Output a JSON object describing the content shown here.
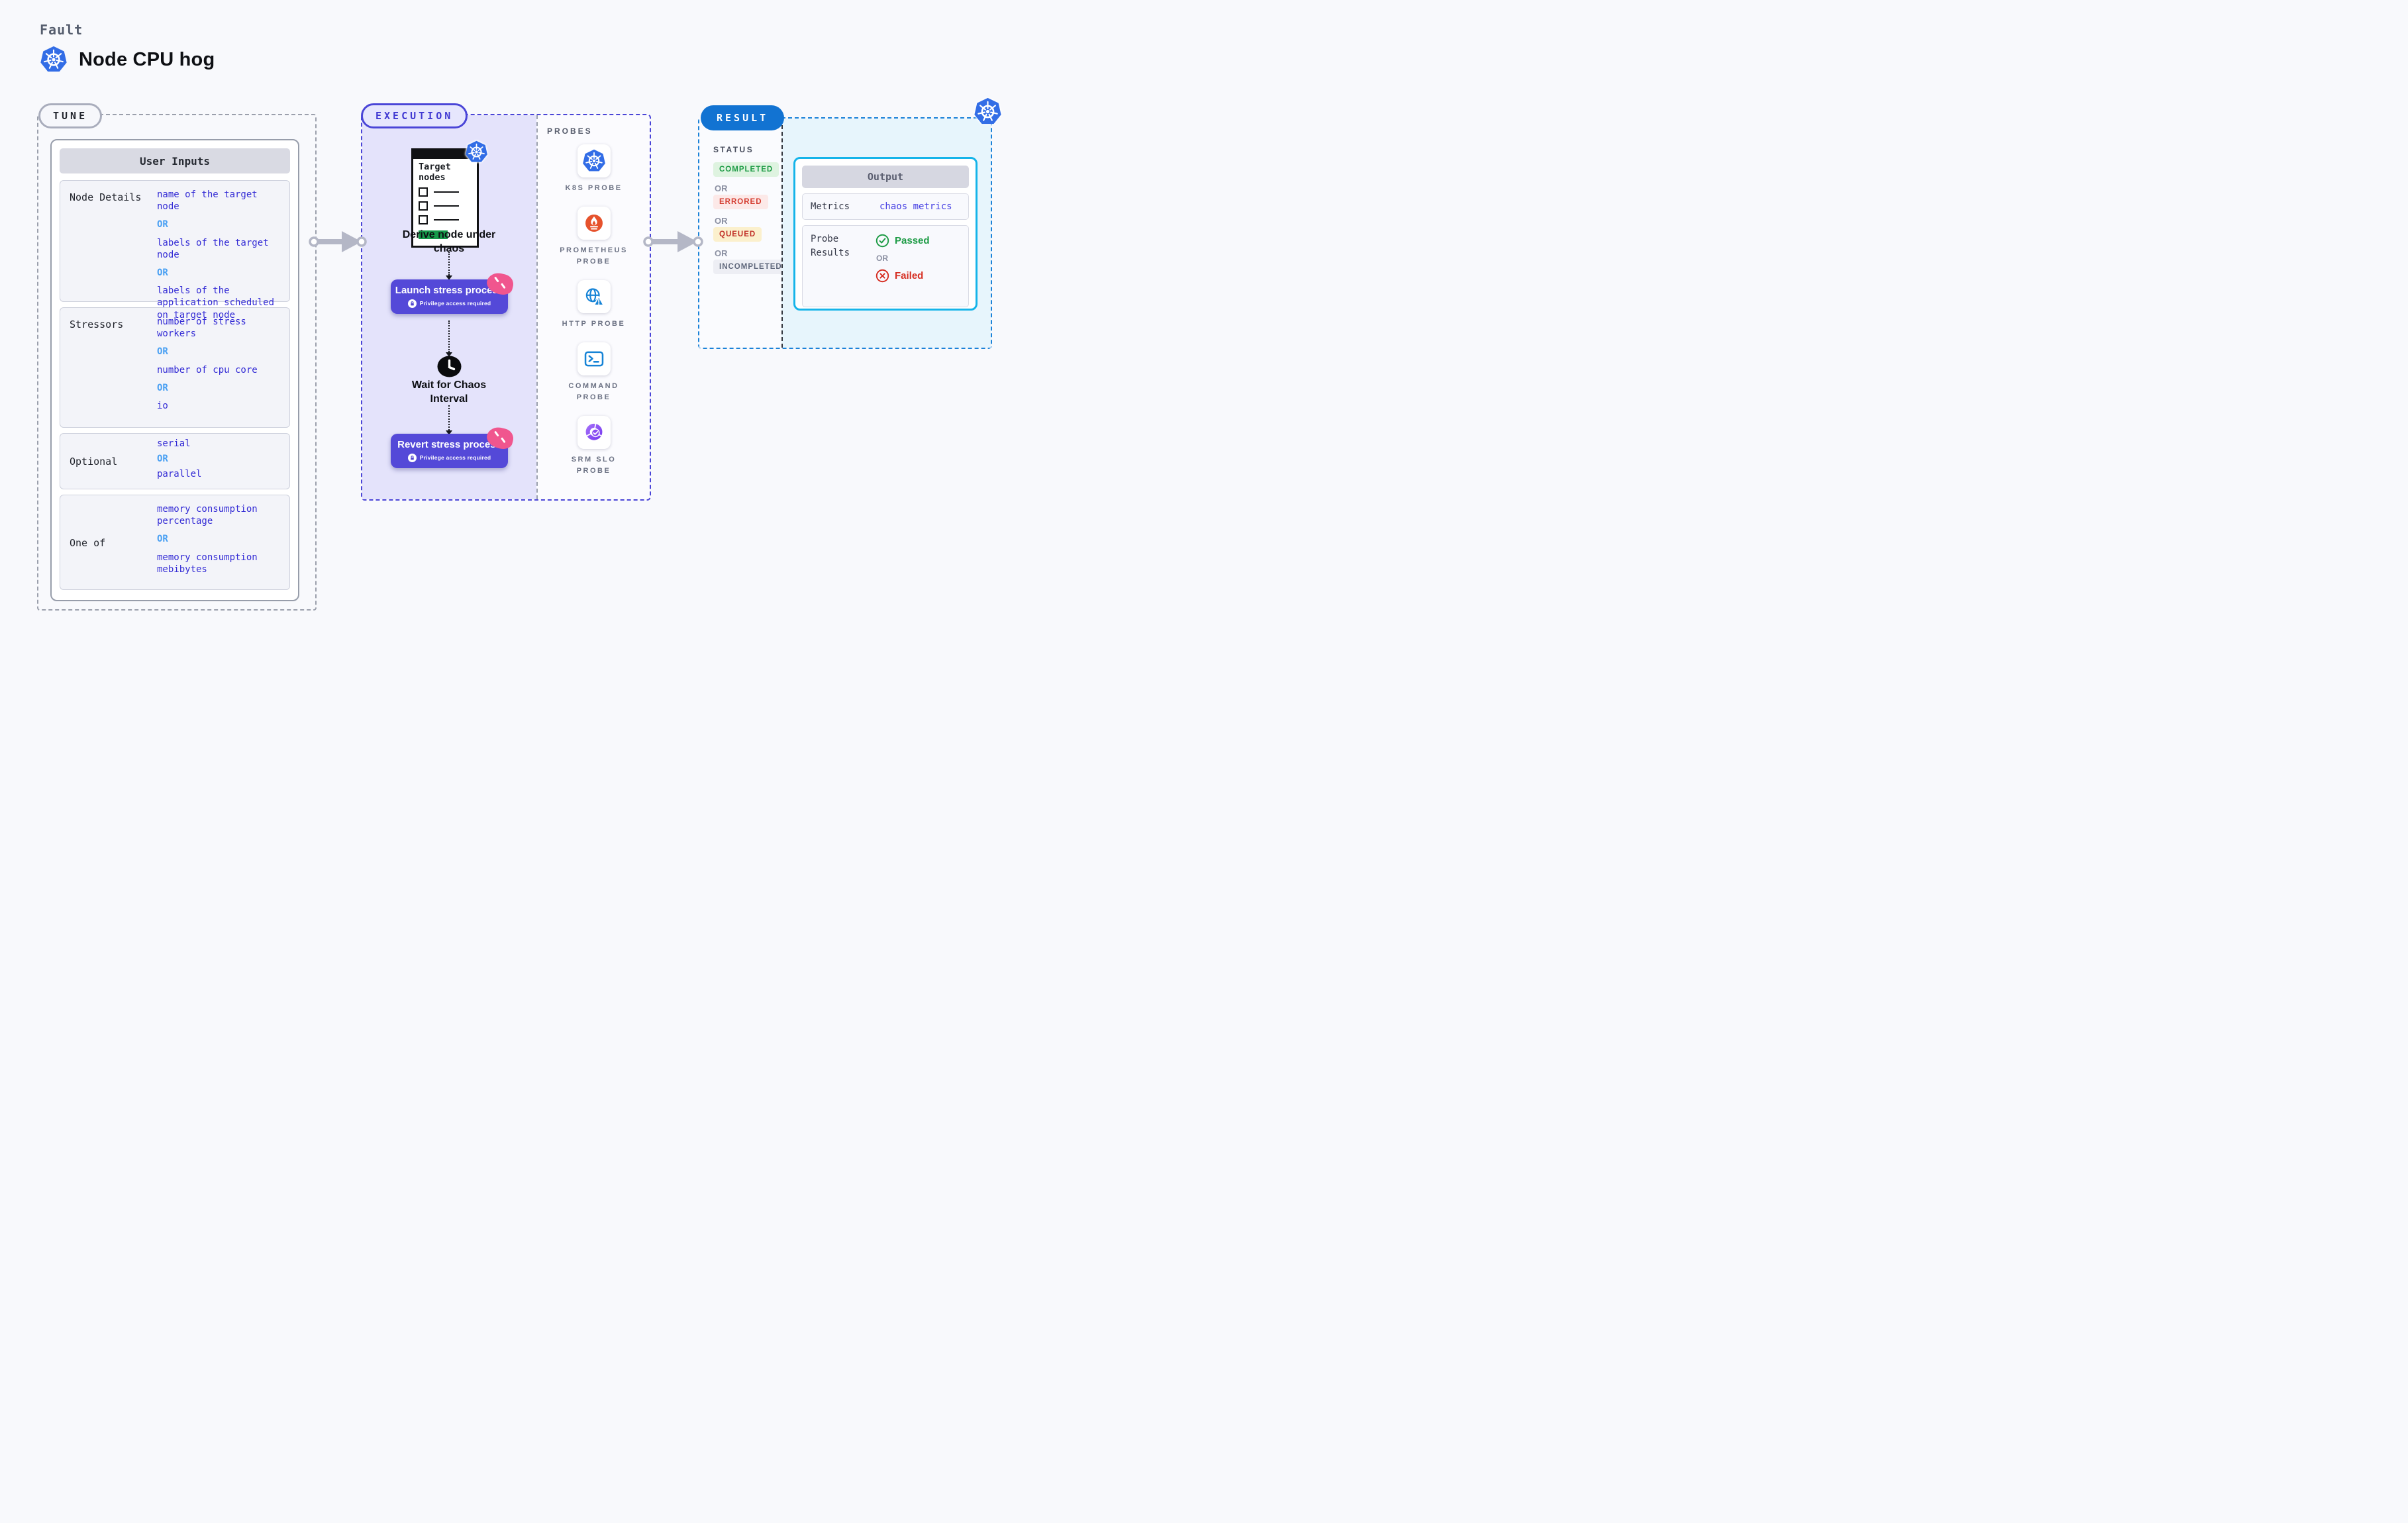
{
  "header": {
    "kicker": "Fault",
    "title": "Node CPU hog"
  },
  "tune": {
    "badge": "TUNE",
    "card_title": "User Inputs",
    "rows": [
      {
        "label": "Node Details",
        "values": [
          "name of the target node",
          "OR",
          "labels of the target node",
          "OR",
          "labels of the application scheduled on target node"
        ]
      },
      {
        "label": "Stressors",
        "values": [
          "number of stress workers",
          "OR",
          "number of cpu core",
          "OR",
          "io"
        ]
      },
      {
        "label": "Optional",
        "values": [
          "serial",
          "OR",
          "parallel"
        ]
      },
      {
        "label": "One of",
        "values": [
          "memory consumption percentage",
          "OR",
          "memory consumption mebibytes"
        ]
      }
    ]
  },
  "execution": {
    "badge": "EXECUTION",
    "clipboard_title": "Target nodes",
    "derive_label": "Derive node under chaos",
    "launch_button": {
      "title": "Launch stress process",
      "subtitle": "Privilege access required"
    },
    "wait_label": "Wait for Chaos Interval",
    "revert_button": {
      "title": "Revert stress process",
      "subtitle": "Privilege access required"
    }
  },
  "probes": {
    "title": "PROBES",
    "items": [
      {
        "label": "K8S PROBE",
        "icon": "k8s-probe-icon"
      },
      {
        "label": "PROMETHEUS PROBE",
        "icon": "prometheus-probe-icon"
      },
      {
        "label": "HTTP PROBE",
        "icon": "http-probe-icon"
      },
      {
        "label": "COMMAND PROBE",
        "icon": "command-probe-icon"
      },
      {
        "label": "SRM SLO PROBE",
        "icon": "srm-slo-probe-icon"
      }
    ]
  },
  "result": {
    "badge": "RESULT",
    "status_title": "STATUS",
    "statuses": [
      {
        "label": "COMPLETED",
        "fg": "#1d9b45",
        "bg": "#def3e0"
      },
      {
        "label": "OR"
      },
      {
        "label": "ERRORED",
        "fg": "#d43c30",
        "bg": "#fce9e8"
      },
      {
        "label": "OR"
      },
      {
        "label": "QUEUED",
        "fg": "#c13028",
        "bg": "#fbf0cd"
      },
      {
        "label": "OR"
      },
      {
        "label": "INCOMPLETED",
        "fg": "#60687c",
        "bg": "#edeef4"
      }
    ],
    "output": {
      "title": "Output",
      "metrics_label": "Metrics",
      "metrics_value": "chaos metrics",
      "probe_results_label": "Probe Results",
      "passed": "Passed",
      "or": "OR",
      "failed": "Failed"
    }
  },
  "colors": {
    "page_bg": "#f8f9fc",
    "tune_value_blue": "#332bd5",
    "tune_or_blue": "#4aa0f3",
    "execution_accent": "#4a45d7",
    "execution_bg": "#e4e3fb",
    "button_purple": "#5449d8",
    "ribbon_pink": "#f0568e",
    "result_border_blue": "#1b82d8",
    "result_bg_cyan": "#e7f5fc",
    "output_border_cyan": "#15b4e9",
    "passed_green": "#1d9b45",
    "failed_red": "#d62f23",
    "kubernetes_blue": "#326de6",
    "prometheus_orange": "#e6522c",
    "clipboard_green": "#169a4a",
    "arrow_gray": "#b4b7c6"
  }
}
